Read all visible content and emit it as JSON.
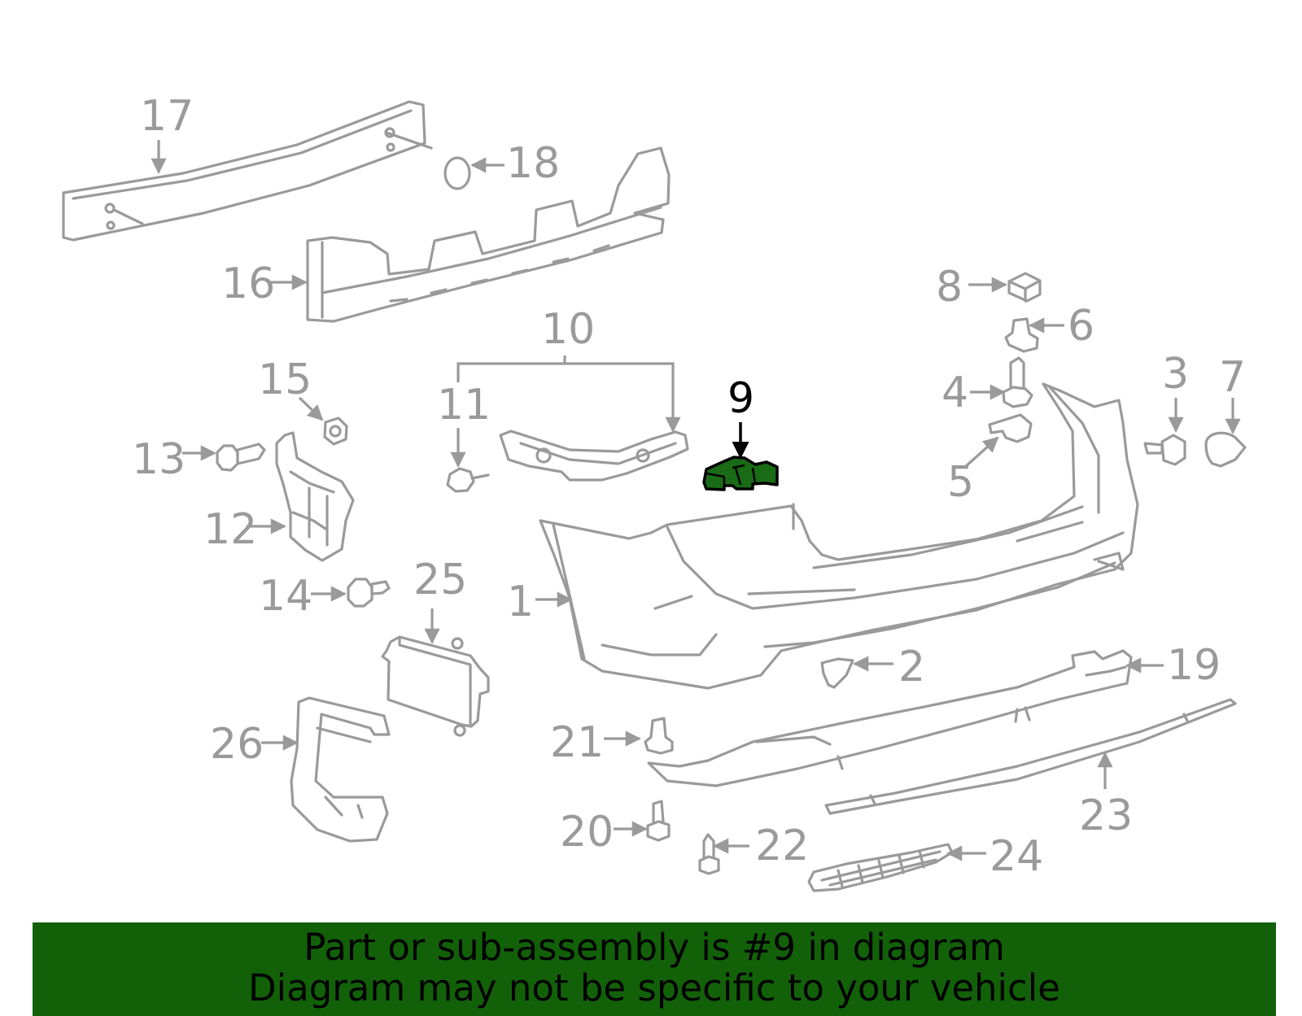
{
  "labels": {
    "n1": "1",
    "n2": "2",
    "n3": "3",
    "n4": "4",
    "n5": "5",
    "n6": "6",
    "n7": "7",
    "n8": "8",
    "n9": "9",
    "n10": "10",
    "n11": "11",
    "n12": "12",
    "n13": "13",
    "n14": "14",
    "n15": "15",
    "n16": "16",
    "n17": "17",
    "n18": "18",
    "n19": "19",
    "n20": "20",
    "n21": "21",
    "n22": "22",
    "n23": "23",
    "n24": "24",
    "n25": "25",
    "n26": "26"
  },
  "highlight": {
    "part": "9",
    "color": "#1a6b16"
  },
  "banner": {
    "line1": "Part or sub-assembly is #9 in diagram",
    "line2": "Diagram may not be specific to your vehicle",
    "background": "#126109"
  }
}
